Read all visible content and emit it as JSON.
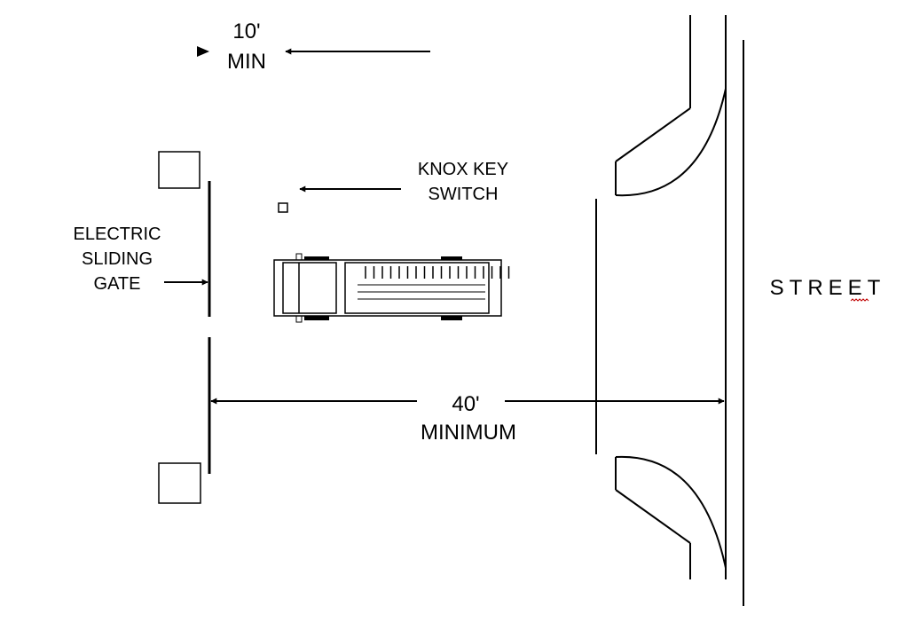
{
  "labels": {
    "ten_value": "10'",
    "ten_unit": "MIN",
    "knox_line1": "KNOX KEY",
    "knox_line2": "SWITCH",
    "gate_line1": "ELECTRIC",
    "gate_line2": "SLIDING",
    "gate_line3": "GATE",
    "forty_value": "40'",
    "forty_unit": "MINIMUM",
    "street": "STREET"
  },
  "colors": {
    "ink": "#000000",
    "background": "#ffffff",
    "spellcheck_squiggle": "#c00000"
  }
}
